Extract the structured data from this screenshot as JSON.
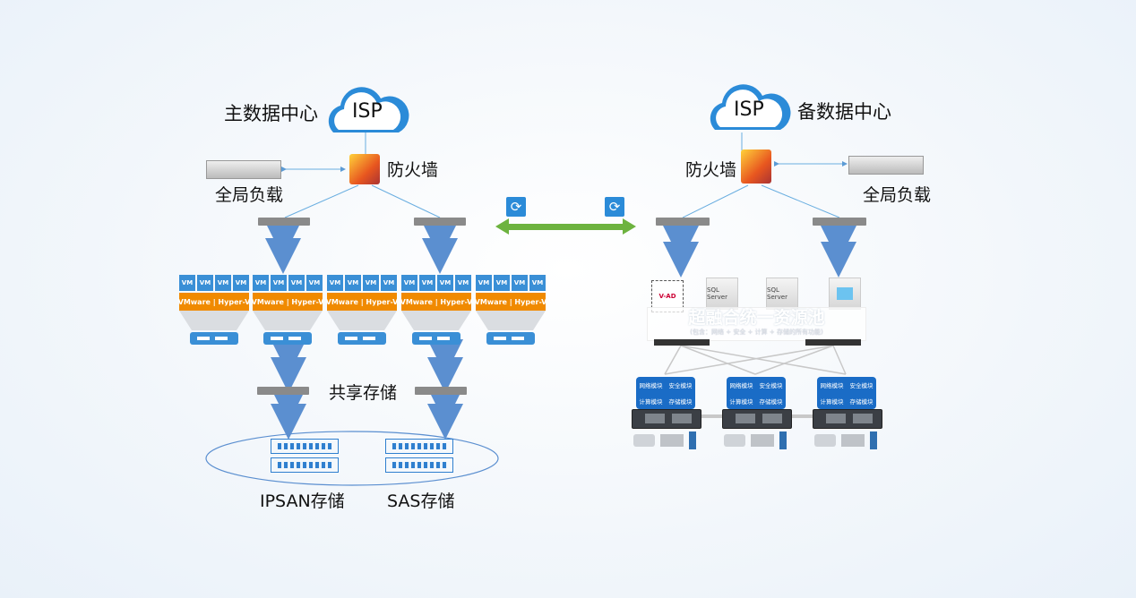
{
  "primary": {
    "title": "主数据中心",
    "cloud": "ISP",
    "firewall": "防火墙",
    "load_balancer": "全局负载",
    "vm_label": "VM",
    "hypervisor": "VMware | Hyper-V",
    "shared_storage": "共享存储",
    "storage": [
      "IPSAN存储",
      "SAS存储"
    ]
  },
  "backup": {
    "title": "备数据中心",
    "cloud": "ISP",
    "firewall": "防火墙",
    "load_balancer": "全局负载",
    "apps": [
      "V-AD",
      "SQL Server",
      "SQL Server",
      ""
    ],
    "pool_title": "超融合统一资源池",
    "pool_subtitle": "(包含：网络 + 安全 + 计算 + 存储的所有功能)",
    "modules": [
      "网络模块",
      "安全模块",
      "计算模块",
      "存储模块"
    ]
  },
  "colors": {
    "accent_blue": "#2b8bd8",
    "orange": "#f08a00",
    "green_link": "#6db33f"
  }
}
